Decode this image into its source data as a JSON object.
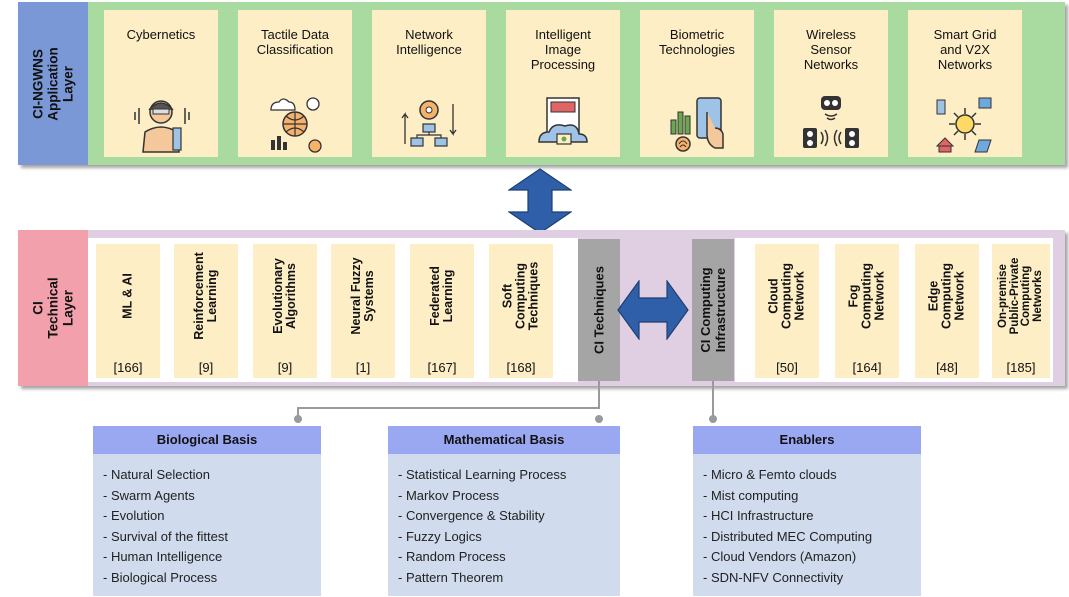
{
  "app_layer": {
    "label": "CI-NGWNS\nApplication Layer",
    "items": [
      {
        "label": "Cybernetics",
        "icon": "cybernetics-icon"
      },
      {
        "label": "Tactile Data\nClassification",
        "icon": "tactile-data-icon"
      },
      {
        "label": "Network\nIntelligence",
        "icon": "network-intelligence-icon"
      },
      {
        "label": "Intelligent\nImage\nProcessing",
        "icon": "image-processing-icon"
      },
      {
        "label": "Biometric\nTechnologies",
        "icon": "biometric-icon"
      },
      {
        "label": "Wireless\nSensor\nNetworks",
        "icon": "wireless-sensor-icon"
      },
      {
        "label": "Smart Grid\nand V2X\nNetworks",
        "icon": "smart-grid-icon"
      }
    ]
  },
  "tech_layer": {
    "label": "CI Technical\nLayer",
    "techniques_title": "CI Techniques",
    "infrastructure_title": "CI Computing\nInfrastructure",
    "techniques": [
      {
        "label": "ML & AI",
        "ref": "[166]"
      },
      {
        "label": "Reinforcement\nLearning",
        "ref": "[9]"
      },
      {
        "label": "Evolutionary\nAlgorithms",
        "ref": "[9]"
      },
      {
        "label": "Neural Fuzzy\nSystems",
        "ref": "[1]"
      },
      {
        "label": "Federated\nLearning",
        "ref": "[167]"
      },
      {
        "label": "Soft\nComputing\nTechniques",
        "ref": "[168]"
      }
    ],
    "infrastructure": [
      {
        "label": "Cloud\nComputing\nNetwork",
        "ref": "[50]"
      },
      {
        "label": "Fog\nComputing\nNetwork",
        "ref": "[164]"
      },
      {
        "label": "Edge\nComputing\nNetwork",
        "ref": "[48]"
      },
      {
        "label": "On-premise\nPublic-Private\nComputing\nNetworks",
        "ref": "[185]"
      }
    ]
  },
  "bottom": {
    "biological": {
      "title": "Biological Basis",
      "items": [
        "- Natural Selection",
        "- Swarm Agents",
        "- Evolution",
        "- Survival of the fittest",
        "- Human Intelligence",
        "- Biological Process"
      ]
    },
    "mathematical": {
      "title": "Mathematical Basis",
      "items": [
        "- Statistical Learning Process",
        "- Markov Process",
        "- Convergence & Stability",
        "- Fuzzy Logics",
        "- Random Process",
        "- Pattern Theorem"
      ]
    },
    "enablers": {
      "title": "Enablers",
      "items": [
        "- Micro & Femto clouds",
        "- Mist computing",
        "- HCI Infrastructure",
        "- Distributed MEC Computing",
        "- Cloud Vendors (Amazon)",
        "- SDN-NFV Connectivity"
      ]
    }
  },
  "colors": {
    "app_bg": "#a9dba0",
    "app_label": "#7a98d6",
    "card": "#fdeec6",
    "tech_bg": "#e0cfe2",
    "tech_label": "#f2a1ac",
    "gray_bar": "#a5a5a5",
    "arrow": "#2f5fa8",
    "box_header": "#9aa8f2",
    "box_body": "#d0dbee"
  }
}
